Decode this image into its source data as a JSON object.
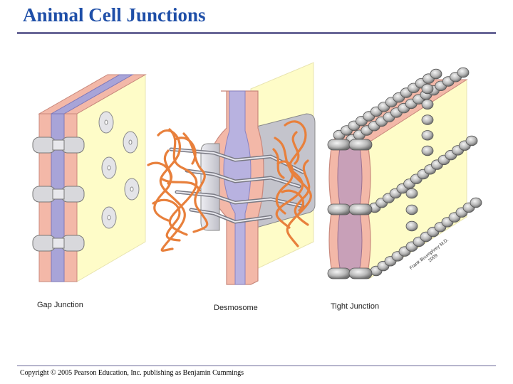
{
  "title": "Animal Cell Junctions",
  "labels": {
    "gap": "Gap Junction",
    "desmosome": "Desmosome",
    "tight": "Tight Junction"
  },
  "artist_credit": "Frank Boumphrey M.D.\n2009",
  "footer": "Copyright © 2005 Pearson Education, Inc. publishing as Benjamin Cummings",
  "colors": {
    "title": "#1f4fa8",
    "membrane": "#f3b8a8",
    "bilayer_core": "#a8a4d8",
    "cytoplasm": "#fefcc8",
    "filament": "#e8803c",
    "plaque": "#d0d0d8",
    "tight_core": "#c8a0b8"
  }
}
